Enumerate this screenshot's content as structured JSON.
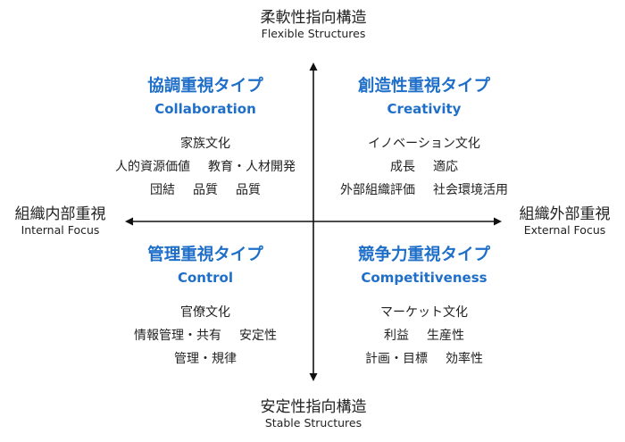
{
  "accent_color": "#1f6fc9",
  "axes": {
    "top": {
      "jp": "柔軟性指向構造",
      "en": "Flexible Structures"
    },
    "bottom": {
      "jp": "安定性指向構造",
      "en": "Stable Structures"
    },
    "left": {
      "jp": "組織内部重視",
      "en": "Internal Focus"
    },
    "right": {
      "jp": "組織外部重視",
      "en": "External Focus"
    }
  },
  "quadrants": {
    "top_left": {
      "title_jp": "協調重視タイプ",
      "title_en": "Collaboration",
      "lines": [
        [
          "家族文化"
        ],
        [
          "人的資源価値",
          "教育・人材開発"
        ],
        [
          "団結",
          "品質",
          "品質"
        ]
      ]
    },
    "top_right": {
      "title_jp": "創造性重視タイプ",
      "title_en": "Creativity",
      "lines": [
        [
          "イノベーション文化"
        ],
        [
          "成長",
          "適応"
        ],
        [
          "外部組織評価",
          "社会環境活用"
        ]
      ]
    },
    "bottom_left": {
      "title_jp": "管理重視タイプ",
      "title_en": "Control",
      "lines": [
        [
          "官僚文化"
        ],
        [
          "情報管理・共有",
          "安定性"
        ],
        [
          "管理・規律"
        ]
      ]
    },
    "bottom_right": {
      "title_jp": "競争力重視タイプ",
      "title_en": "Competitiveness",
      "lines": [
        [
          "マーケット文化"
        ],
        [
          "利益",
          "生産性"
        ],
        [
          "計画・目標",
          "効率性"
        ]
      ]
    }
  }
}
